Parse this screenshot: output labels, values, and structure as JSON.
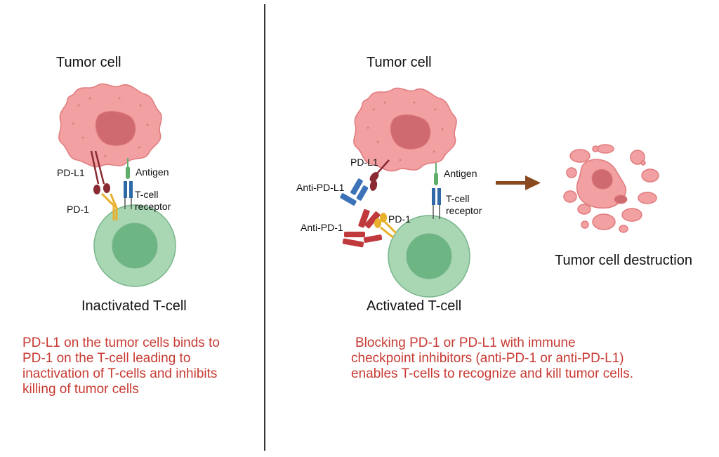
{
  "colors": {
    "tumor": "#f2a0a1",
    "tumor_edge": "#e07b7e",
    "nucleus": "#cf6b70",
    "tcell": "#a9d6b3",
    "tcell_edge": "#77b58a",
    "tcell_nucleus": "#6db583",
    "pdl1": "#8a2a32",
    "pd1": "#e9b02c",
    "tcr": "#2f6aa6",
    "antigen": "#5fae6c",
    "antibody_pdl1": "#3c73b8",
    "antibody_pd1": "#c0393d",
    "arrow": "#8a4a1f",
    "caption": "#c83a32"
  },
  "left": {
    "tumor_title": "Tumor cell",
    "pdl1_label": "PD-L1",
    "pd1_label": "PD-1",
    "antigen_label": "Antigen",
    "tcr_label_1": "T-cell",
    "tcr_label_2": "receptor",
    "tcell_title": "Inactivated T-cell",
    "caption_lines": [
      "PD-L1 on the tumor cells binds to",
      "PD-1 on the T-cell leading to",
      "inactivation of T-cells and inhibits",
      "killing of tumor cells"
    ]
  },
  "right": {
    "tumor_title": "Tumor cell",
    "pdl1_label": "PD-L1",
    "anti_pdl1_label": "Anti-PD-L1",
    "anti_pd1_label": "Anti-PD-1",
    "pd1_label": "PD-1",
    "antigen_label": "Antigen",
    "tcr_label_1": "T-cell",
    "tcr_label_2": "receptor",
    "tcell_title": "Activated T-cell",
    "destruction_title": "Tumor cell destruction",
    "caption_lines": [
      "Blocking PD-1 or PD-L1 with immune",
      "checkpoint inhibitors (anti-PD-1 or anti-PD-L1)",
      "enables T-cells to recognize and kill tumor cells."
    ]
  }
}
